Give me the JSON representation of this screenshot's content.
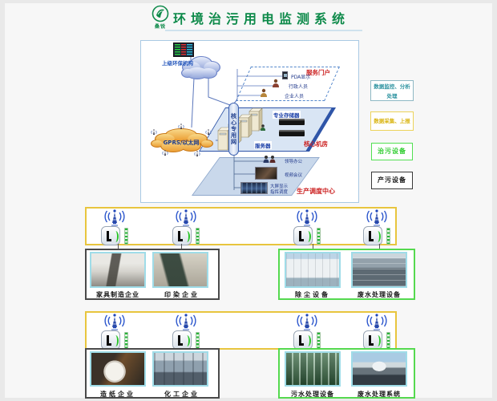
{
  "header": {
    "title": "环境治污用电监测系统",
    "logo_caption": "桑锐"
  },
  "architecture": {
    "upper_org": "上级环保机构",
    "gprs_cloud": "GPRS/以太网",
    "core_network": "核心专用网",
    "service_portal": {
      "title": "服务门户",
      "items": [
        {
          "label": "PDA显示"
        },
        {
          "label": "行政人员"
        },
        {
          "label": "企业人员"
        }
      ]
    },
    "core_room": {
      "title": "核心机房",
      "storage": "专业存储器",
      "servers": "服务器"
    },
    "dispatch_center": {
      "title": "生产调度中心",
      "items": [
        {
          "label": "领导办公"
        },
        {
          "label": "视频会议"
        },
        {
          "label": "大屏显示"
        },
        {
          "label": "指挥调度"
        }
      ]
    }
  },
  "legend": {
    "monitor_line1": "数据监控、分析",
    "monitor_line2": "处理",
    "collect": "数据采集、上报",
    "treat": "治污设备",
    "produce": "产污设备"
  },
  "site_rows": [
    {
      "producer_group": [
        {
          "label": "家具制造企业"
        },
        {
          "label": "印染企业"
        }
      ],
      "treatment_group": [
        {
          "label": "除尘设备"
        },
        {
          "label": "废水处理设备"
        }
      ]
    },
    {
      "producer_group": [
        {
          "label": "造纸企业"
        },
        {
          "label": "化工企业"
        }
      ],
      "treatment_group": [
        {
          "label": "污水处理设备"
        },
        {
          "label": "废水处理系统"
        }
      ]
    }
  ],
  "colors": {
    "title_green": "#0e8a4a",
    "legend_monitor": "#2d93a0",
    "legend_collect": "#d9b411",
    "legend_treat": "#2ecc2e",
    "legend_produce": "#141414",
    "collector_frame": "#e8c53e",
    "treatment_frame": "#55d94f",
    "producer_frame": "#4a4a4a",
    "photo_frame": "#9fdce8",
    "diagram_border": "#a9c9e4"
  }
}
